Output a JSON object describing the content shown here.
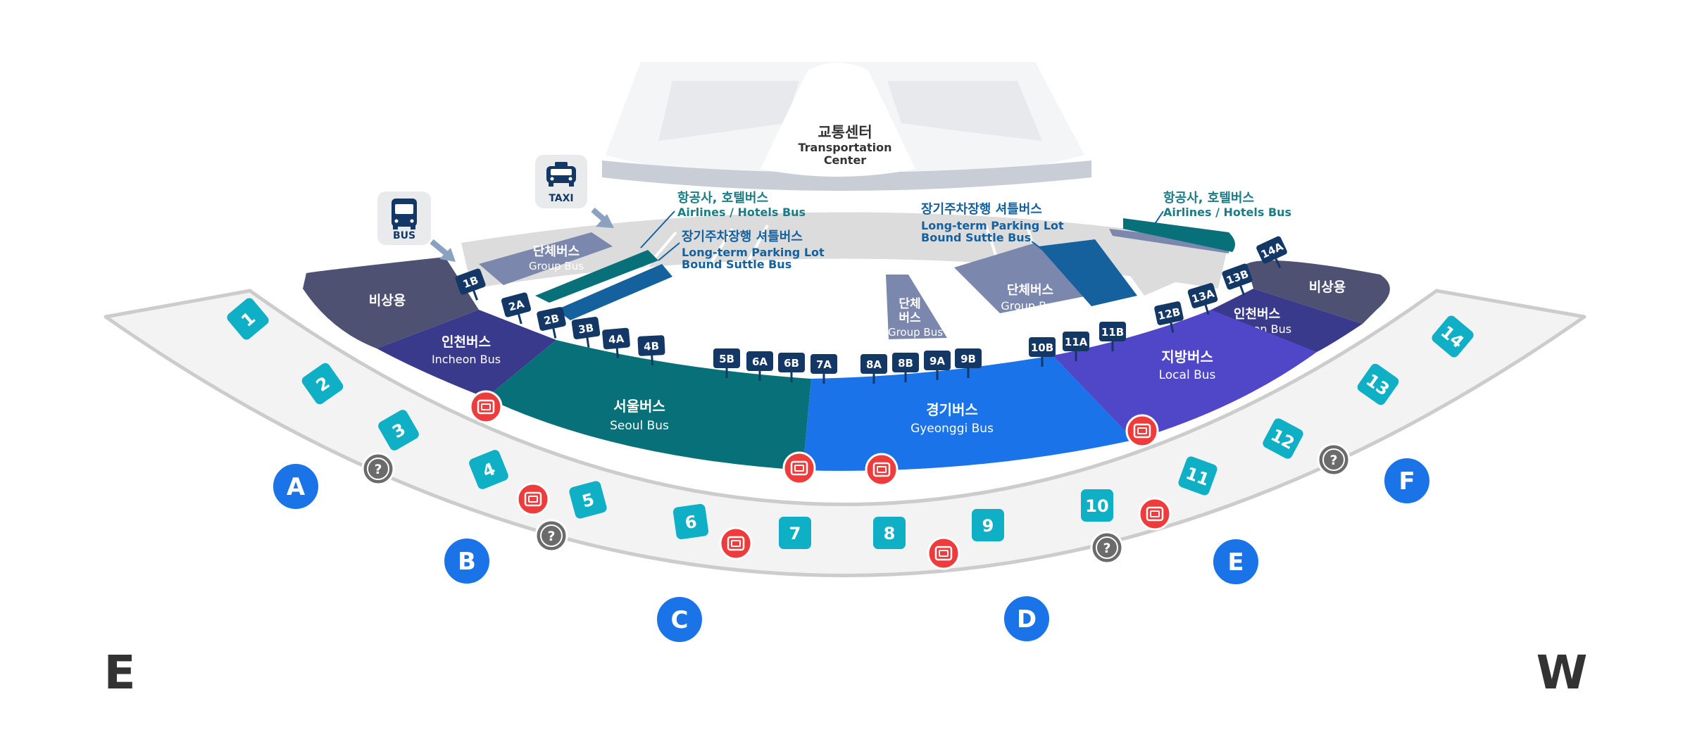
{
  "colors": {
    "teal_accent": "#0fb0c6",
    "gate_blue": "#1b73e8",
    "seoul_bus": "#077078",
    "gyeonggi_bus": "#1a73e8",
    "local_bus": "#5046c8",
    "incheon_bus": "#3a3a8c",
    "emergency": "#4e5172",
    "group_bus": "#7b87ad",
    "stop_badge": "#143866",
    "ticket_red": "#ee3b3b",
    "info_gray": "#6b6b6b"
  },
  "transportation_center": {
    "label_ko": "교통센터",
    "label_en_1": "Transportation",
    "label_en_2": "Center"
  },
  "legend": {
    "bus": {
      "icon": "bus-icon",
      "label": "BUS"
    },
    "taxi": {
      "icon": "taxi-icon",
      "label": "TAXI"
    }
  },
  "zones": {
    "emergency_left": {
      "label": "비상용"
    },
    "emergency_right": {
      "label": "비상용"
    },
    "incheon_left": {
      "label_ko": "인천버스",
      "label_en": "Incheon Bus"
    },
    "incheon_right": {
      "label_ko": "인천버스",
      "label_en": "Incheon Bus"
    },
    "seoul": {
      "label_ko": "서울버스",
      "label_en": "Seoul Bus"
    },
    "gyeonggi": {
      "label_ko": "경기버스",
      "label_en": "Gyeonggi Bus"
    },
    "local": {
      "label_ko": "지방버스",
      "label_en": "Local Bus"
    },
    "group_left": {
      "label_ko": "단체버스",
      "label_en": "Group Bus"
    },
    "group_center": {
      "label_ko_1": "단체",
      "label_ko_2": "버스",
      "label_en": "Group Bus"
    },
    "group_right": {
      "label_ko": "단체버스",
      "label_en": "Group Bus"
    }
  },
  "callouts": {
    "airlines_left": {
      "ko": "항공사, 호텔버스",
      "en": "Airlines / Hotels Bus"
    },
    "parking_left": {
      "ko": "장기주차장행 셔틀버스",
      "en_1": "Long-term Parking Lot",
      "en_2": "Bound Suttle Bus"
    },
    "parking_right": {
      "ko": "장기주차장행 셔틀버스",
      "en_1": "Long-term Parking Lot",
      "en_2": "Bound Suttle Bus"
    },
    "airlines_right": {
      "ko": "항공사, 호텔버스",
      "en": "Airlines / Hotels Bus"
    }
  },
  "bus_stops": [
    "1B",
    "2A",
    "2B",
    "3B",
    "4A",
    "4B",
    "5B",
    "6A",
    "6B",
    "7A",
    "8A",
    "8B",
    "9A",
    "9B",
    "10B",
    "11A",
    "11B",
    "12B",
    "13A",
    "13B",
    "14A"
  ],
  "entrance_numbers": [
    "1",
    "2",
    "3",
    "4",
    "5",
    "6",
    "7",
    "8",
    "9",
    "10",
    "11",
    "12",
    "13",
    "14"
  ],
  "gates": [
    "A",
    "B",
    "C",
    "D",
    "E",
    "F"
  ],
  "icons": {
    "ticket": "ticket-icon",
    "info": "info-icon"
  },
  "info_symbol": "?",
  "directions": {
    "east": "E",
    "west": "W"
  }
}
